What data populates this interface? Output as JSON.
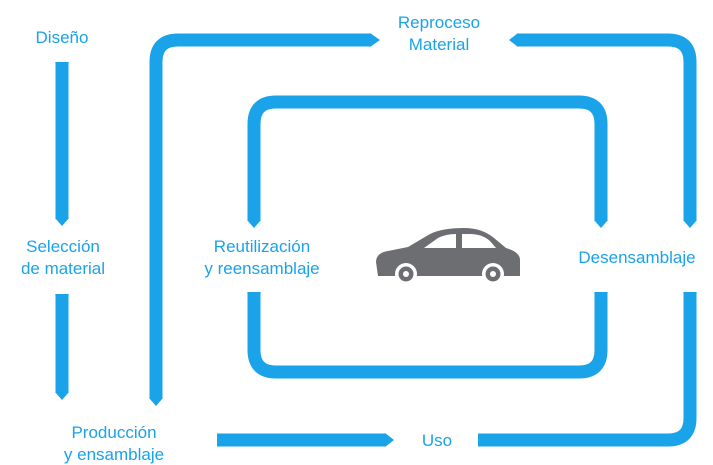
{
  "labels": {
    "diseno": "Diseño",
    "seleccion": [
      "Selección",
      "de material"
    ],
    "produccion": [
      "Producción",
      "y ensamblaje"
    ],
    "uso": "Uso",
    "desensamblaje": "Desensamblaje",
    "reproceso": [
      "Reproceso",
      "Material"
    ],
    "reutilizacion": [
      "Reutilización",
      "y reensamblaje"
    ]
  },
  "colors": {
    "arrow": "#1aa3e8",
    "car": "#6d6e71"
  },
  "icons": {
    "center": "car-icon"
  }
}
